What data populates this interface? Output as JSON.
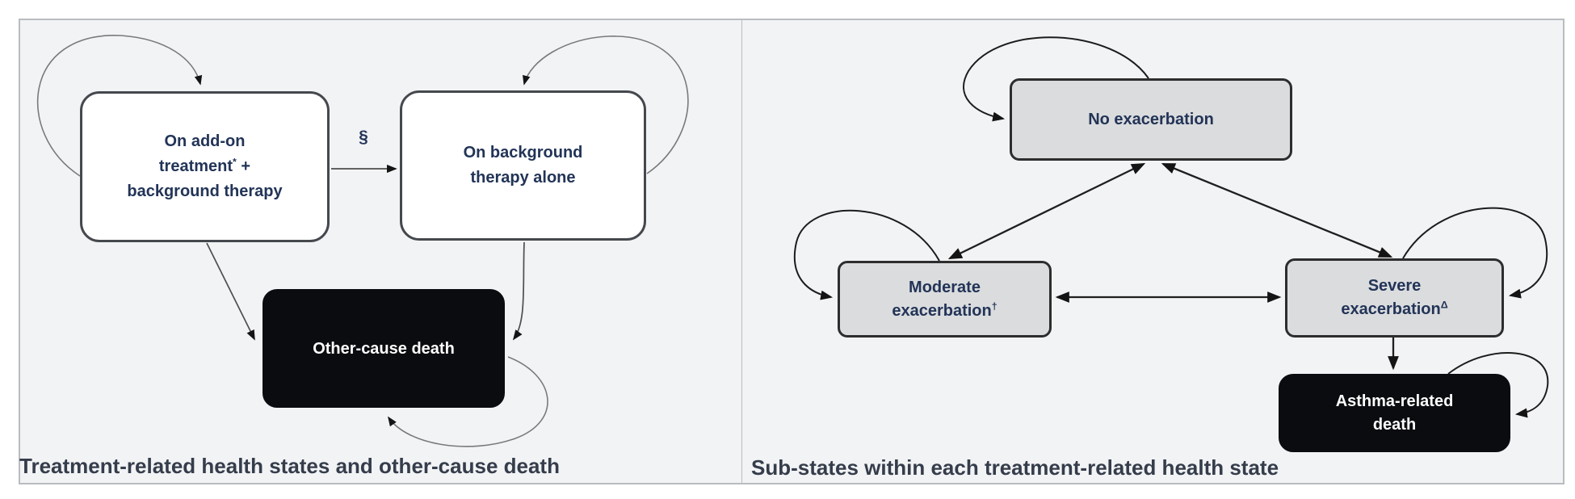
{
  "figure": {
    "left_panel": {
      "caption": "Treatment-related health states and other-cause death",
      "transition_label": "§",
      "states": {
        "addon": {
          "line1": "On add-on",
          "line2_base": "treatment",
          "line2_sup": "*",
          "line2_suffix": " +",
          "line3": "background therapy"
        },
        "background": {
          "line1": "On background",
          "line2": "therapy alone"
        },
        "other_cause_death": {
          "label": "Other-cause death"
        }
      }
    },
    "right_panel": {
      "caption": "Sub-states within each treatment-related health state",
      "states": {
        "no_exacerbation": {
          "label": "No exacerbation"
        },
        "moderate": {
          "line1": "Moderate",
          "line2_base": "exacerbation",
          "line2_sup": "†"
        },
        "severe": {
          "line1": "Severe",
          "line2_base": "exacerbation",
          "line2_sup": "Δ"
        },
        "asthma_death": {
          "line1": "Asthma-related",
          "line2": "death"
        }
      }
    }
  },
  "colors": {
    "panel_background": "#f2f3f5",
    "panel_border": "#b9bcc0",
    "white_state_fill": "#ffffff",
    "gray_state_fill": "#dbdcde",
    "death_state_fill": "#0b0c10",
    "state_border": "#45484d",
    "label_text": "#223457",
    "death_label_text": "#fdfdfd",
    "caption_text": "#353d4b",
    "arrow_stroke": "#1f1f1f"
  }
}
